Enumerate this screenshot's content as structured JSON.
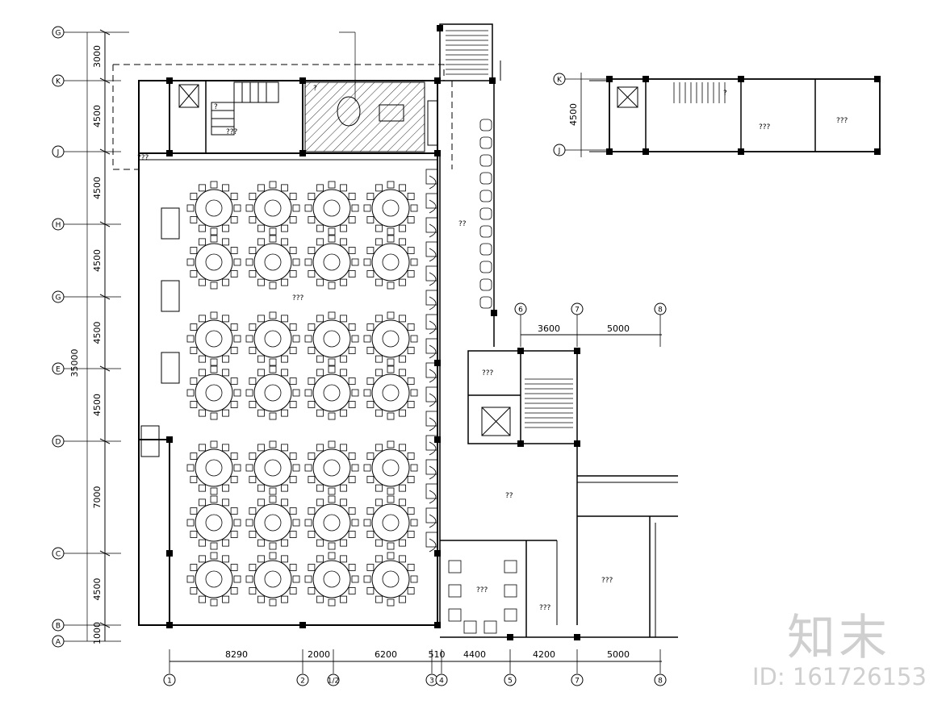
{
  "plan": {
    "row_axes": [
      "G",
      "K",
      "J",
      "H",
      "G",
      "E",
      "D",
      "C",
      "B",
      "A"
    ],
    "row_dims": [
      "3000",
      "4500",
      "4500",
      "4500",
      "4500",
      "4500",
      "7000",
      "4500",
      "1000"
    ],
    "total_dim": "35000",
    "bottom_axes": [
      "1",
      "2",
      "1/2",
      "3",
      "4",
      "5",
      "7",
      "8"
    ],
    "bottom_dims": [
      "8290",
      "2000",
      "6200",
      "510",
      "4400",
      "4200",
      "5000"
    ],
    "stair_axes": [
      "6",
      "7",
      "8"
    ],
    "stair_dims": [
      "3600",
      "5000"
    ],
    "annex_axes": [
      "K",
      "J"
    ],
    "annex_dim": "4500",
    "unknown_label": "???",
    "short_label": "??",
    "annotation": "?"
  },
  "watermark": {
    "logo": "知末",
    "id": "ID: 161726153"
  },
  "colors": {
    "line": "#000000",
    "watermark": "#cfcfcf"
  }
}
